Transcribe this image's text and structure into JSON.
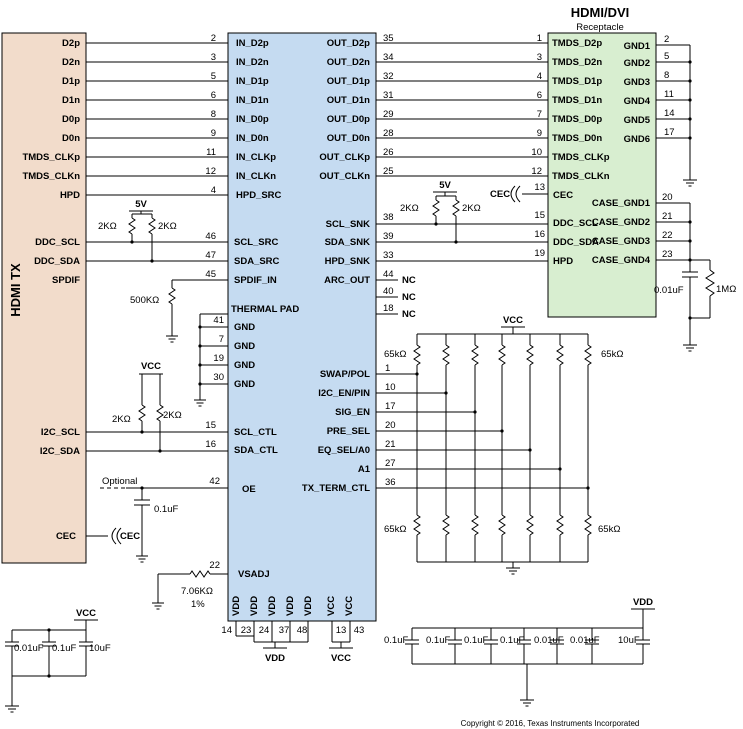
{
  "tx": {
    "title": "HDMI TX"
  },
  "rx": {
    "title": "HDMI/DVI",
    "subtitle": "Receptacle"
  },
  "tx_pins": [
    {
      "name": "D2p",
      "num": "2",
      "ic": "IN_D2p"
    },
    {
      "name": "D2n",
      "num": "3",
      "ic": "IN_D2n"
    },
    {
      "name": "D1p",
      "num": "5",
      "ic": "IN_D1p"
    },
    {
      "name": "D1n",
      "num": "6",
      "ic": "IN_D1n"
    },
    {
      "name": "D0p",
      "num": "8",
      "ic": "IN_D0p"
    },
    {
      "name": "D0n",
      "num": "9",
      "ic": "IN_D0n"
    },
    {
      "name": "TMDS_CLKp",
      "num": "11",
      "ic": "IN_CLKp"
    },
    {
      "name": "TMDS_CLKn",
      "num": "12",
      "ic": "IN_CLKn"
    },
    {
      "name": "HPD",
      "num": "4",
      "ic": "HPD_SRC"
    }
  ],
  "tx_lower": {
    "ddc_scl": "DDC_SCL",
    "ddc_sda": "DDC_SDA",
    "spdif": "SPDIF",
    "i2c_scl": "I2C_SCL",
    "i2c_sda": "I2C_SDA",
    "cec": "CEC",
    "cec_cap": "CEC"
  },
  "ic_left_lower": [
    {
      "num": "46",
      "ic": "SCL_SRC"
    },
    {
      "num": "47",
      "ic": "SDA_SRC"
    },
    {
      "num": "45",
      "ic": "SPDIF_IN"
    },
    {
      "num": "",
      "ic": "THERMAL PAD"
    },
    {
      "num": "41",
      "ic": "GND"
    },
    {
      "num": "7",
      "ic": "GND"
    },
    {
      "num": "19",
      "ic": "GND"
    },
    {
      "num": "30",
      "ic": "GND"
    },
    {
      "num": "15",
      "ic": "SCL_CTL"
    },
    {
      "num": "16",
      "ic": "SDA_CTL"
    },
    {
      "num": "42",
      "ic": "OE"
    },
    {
      "num": "22",
      "ic": "VSADJ"
    }
  ],
  "ic_right": [
    {
      "ic": "OUT_D2p",
      "num": "35",
      "rnum": "1",
      "rx": "TMDS_D2p"
    },
    {
      "ic": "OUT_D2n",
      "num": "34",
      "rnum": "3",
      "rx": "TMDS_D2n"
    },
    {
      "ic": "OUT_D1p",
      "num": "32",
      "rnum": "4",
      "rx": "TMDS_D1p"
    },
    {
      "ic": "OUT_D1n",
      "num": "31",
      "rnum": "6",
      "rx": "TMDS_D1n"
    },
    {
      "ic": "OUT_D0p",
      "num": "29",
      "rnum": "7",
      "rx": "TMDS_D0p"
    },
    {
      "ic": "OUT_D0n",
      "num": "28",
      "rnum": "9",
      "rx": "TMDS_D0n"
    },
    {
      "ic": "OUT_CLKp",
      "num": "26",
      "rnum": "10",
      "rx": "TMDS_CLKp"
    },
    {
      "ic": "OUT_CLKn",
      "num": "25",
      "rnum": "12",
      "rx": "TMDS_CLKn"
    }
  ],
  "ic_right_lower": [
    {
      "ic": "SCL_SNK",
      "num": "38"
    },
    {
      "ic": "SDA_SNK",
      "num": "39"
    },
    {
      "ic": "HPD_SNK",
      "num": "33"
    },
    {
      "ic": "ARC_OUT",
      "num": "44"
    },
    {
      "ic": "",
      "num": "40"
    },
    {
      "ic": "",
      "num": "18"
    },
    {
      "ic": "SWAP/POL",
      "num": "1"
    },
    {
      "ic": "I2C_EN/PIN",
      "num": "10"
    },
    {
      "ic": "SIG_EN",
      "num": "17"
    },
    {
      "ic": "PRE_SEL",
      "num": "20"
    },
    {
      "ic": "EQ_SEL/A0",
      "num": "21"
    },
    {
      "ic": "A1",
      "num": "27"
    },
    {
      "ic": "TX_TERM_CTL",
      "num": "36"
    }
  ],
  "nc": "NC",
  "rx_lower": [
    {
      "num": "13",
      "rx": "CEC"
    },
    {
      "num": "15",
      "rx": "DDC_SCL"
    },
    {
      "num": "16",
      "rx": "DDC_SDA"
    },
    {
      "num": "19",
      "rx": "HPD"
    }
  ],
  "rx_gnd": [
    {
      "rx": "GND1",
      "num": "2"
    },
    {
      "rx": "GND2",
      "num": "5"
    },
    {
      "rx": "GND3",
      "num": "8"
    },
    {
      "rx": "GND4",
      "num": "11"
    },
    {
      "rx": "GND5",
      "num": "14"
    },
    {
      "rx": "GND6",
      "num": "17"
    }
  ],
  "rx_case": [
    {
      "rx": "CASE_GND1",
      "num": "20"
    },
    {
      "rx": "CASE_GND2",
      "num": "21"
    },
    {
      "rx": "CASE_GND3",
      "num": "22"
    },
    {
      "rx": "CASE_GND4",
      "num": "23"
    }
  ],
  "ic_bottom": [
    "VDD",
    "VDD",
    "VDD",
    "VDD",
    "VDD",
    "VCC",
    "VCC"
  ],
  "ic_bottom_nums": [
    "14",
    "23",
    "24",
    "37",
    "48",
    "13",
    "43"
  ],
  "rails": {
    "v5": "5V",
    "vcc": "VCC",
    "vdd": "VDD"
  },
  "values": {
    "r2k": "2KΩ",
    "r500k": "500KΩ",
    "r65k": "65kΩ",
    "r706": "7.06KΩ",
    "pct": "1%",
    "c01": "0.1uF",
    "c001": "0.01uF",
    "c10": "10uF",
    "r1m": "1MΩ",
    "optional": "Optional",
    "cec_label": "CEC"
  },
  "copyright": "Copyright © 2016, Texas Instruments Incorporated"
}
